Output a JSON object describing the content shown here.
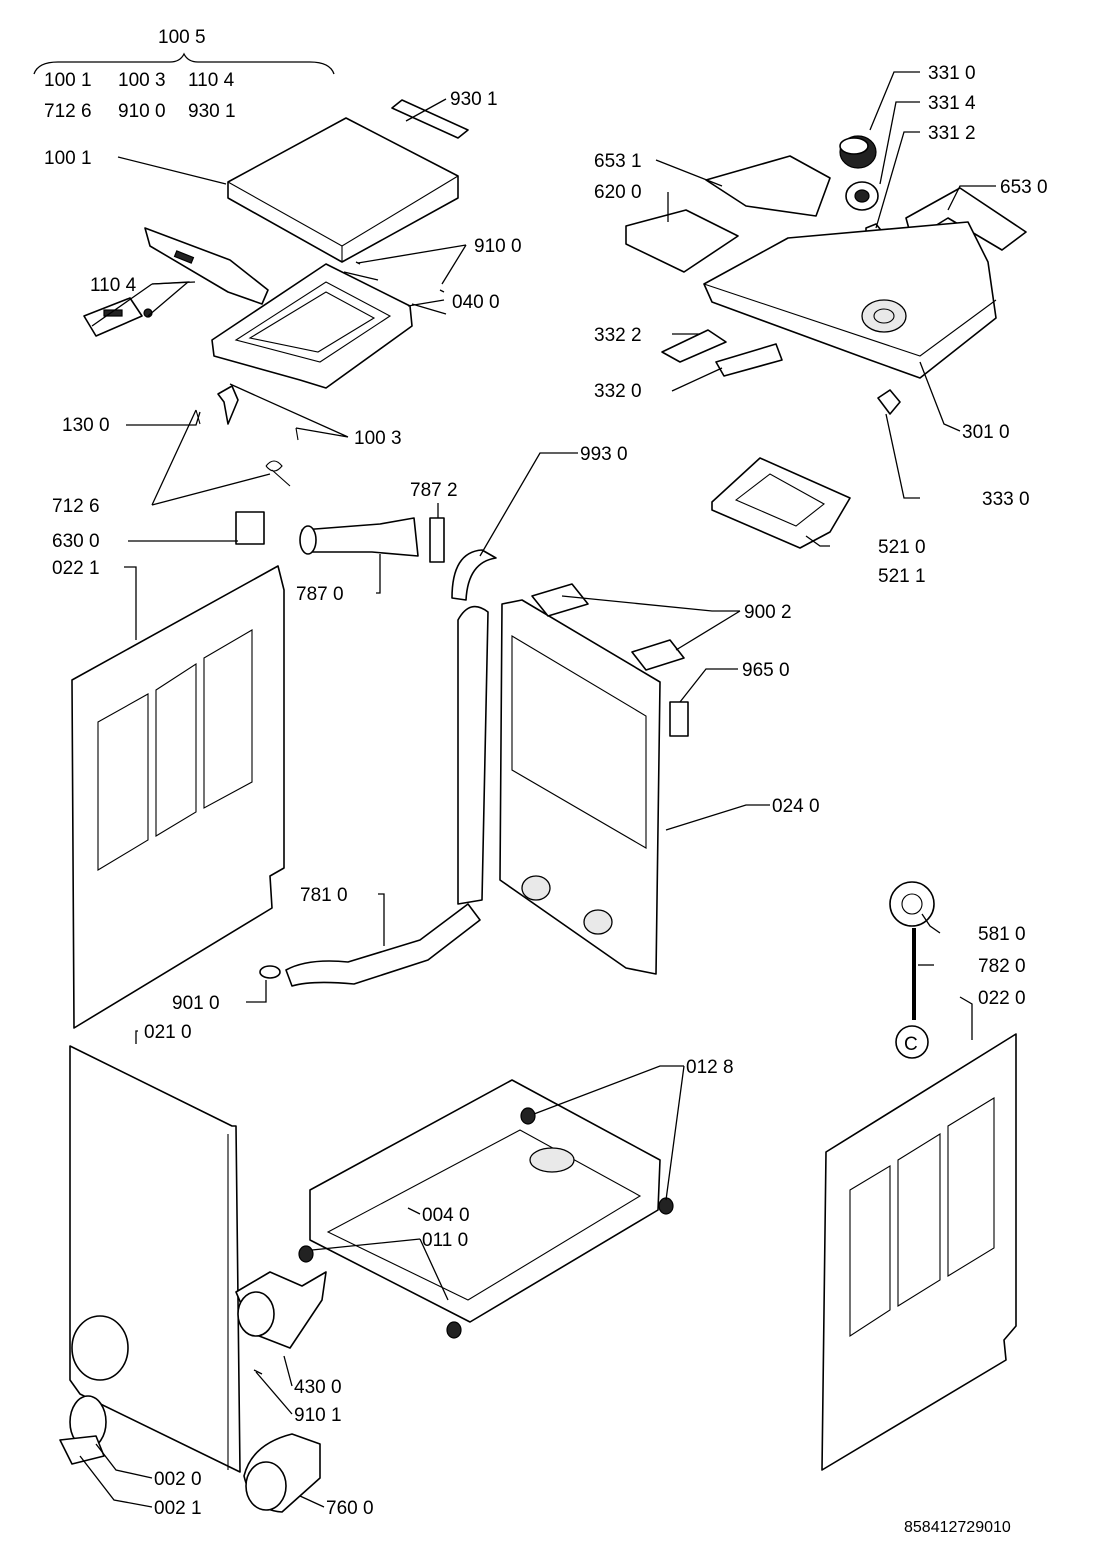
{
  "diagram": {
    "group_header": "100 5",
    "group_list_row1": [
      "100 1",
      "100 3",
      "110 4"
    ],
    "group_list_row2": [
      "712 6",
      "910 0",
      "930 1"
    ],
    "part_labels": {
      "p9301": "930 1",
      "p1001": "100 1",
      "p9100": "910 0",
      "p0400": "040 0",
      "p1104": "110 4",
      "p1300": "130 0",
      "p1003": "100 3",
      "p7126": "712 6",
      "p6300": "630 0",
      "p7872": "787 2",
      "p7870": "787 0",
      "p0221": "022 1",
      "p3310": "331 0",
      "p3314": "331 4",
      "p3312": "331 2",
      "p6531": "653 1",
      "p6200": "620 0",
      "p6530": "653 0",
      "p3322": "332 2",
      "p3320": "332 0",
      "p3010": "301 0",
      "p3330": "333 0",
      "p9930": "993 0",
      "p5210": "521 0",
      "p5211": "521 1",
      "p9002": "900 2",
      "p9650": "965 0",
      "p0240": "024 0",
      "p7810": "781 0",
      "p5810": "581 0",
      "p7820": "782 0",
      "p0220": "022 0",
      "p9010": "901 0",
      "p0210": "021 0",
      "p0128": "012 8",
      "p0040": "004 0",
      "p0110": "011 0",
      "p4300": "430 0",
      "p9101": "910 1",
      "p0020": "002 0",
      "p0021": "002 1",
      "p7600": "760 0"
    },
    "connector_marker": "C",
    "document_id": "858412729010"
  }
}
